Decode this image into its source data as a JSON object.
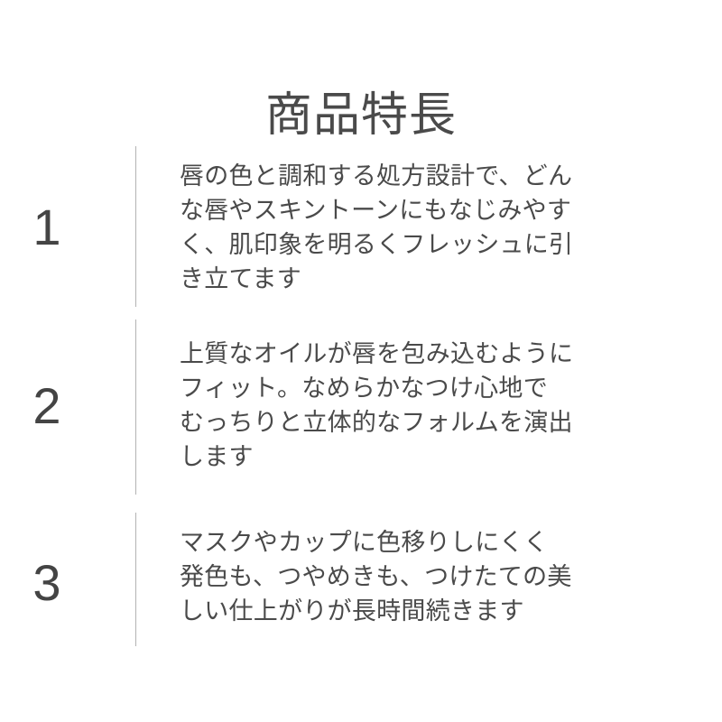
{
  "page": {
    "background_color": "#ffffff",
    "text_color": "#4a4a4a",
    "divider_color": "#b3b3b3",
    "numeral_color": "#444444"
  },
  "header": {
    "title": "商品特長"
  },
  "features": [
    {
      "number": "1",
      "text": "唇の色と調和する処方設計で、どん\nな唇やスキントーンにもなじみやす\nく、肌印象を明るくフレッシュに引\nき立てます"
    },
    {
      "number": "2",
      "text": "上質なオイルが唇を包み込むように\nフィット。なめらかなつけ心地で\nむっちりと立体的なフォルムを演出\nします"
    },
    {
      "number": "3",
      "text": "マスクやカップに色移りしにくく\n発色も、つやめきも、つけたての美\nしい仕上がりが長時間続きます"
    }
  ]
}
